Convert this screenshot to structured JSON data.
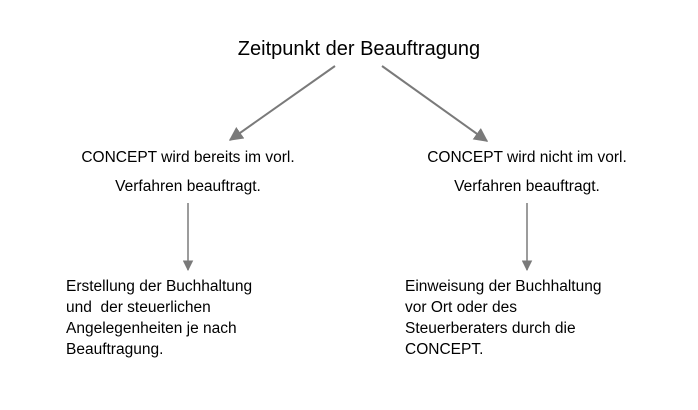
{
  "diagram": {
    "title": "Zeitpunkt der Beauftragung",
    "branches": [
      {
        "condition_lines": [
          "CONCEPT wird bereits im vorl.",
          "Verfahren beauftragt."
        ],
        "result_lines": [
          "Erstellung der Buchhaltung",
          "und  der steuerlichen",
          "Angelegenheiten je nach",
          "Beauftragung."
        ]
      },
      {
        "condition_lines": [
          "CONCEPT wird nicht im vorl.",
          "Verfahren beauftragt."
        ],
        "result_lines": [
          "Einweisung der Buchhaltung",
          "vor Ort oder des",
          "Steuerberaters durch die",
          "CONCEPT."
        ]
      }
    ],
    "colors": {
      "text": "#000000",
      "arrow": "#7a7a7a",
      "background": "#ffffff"
    }
  }
}
